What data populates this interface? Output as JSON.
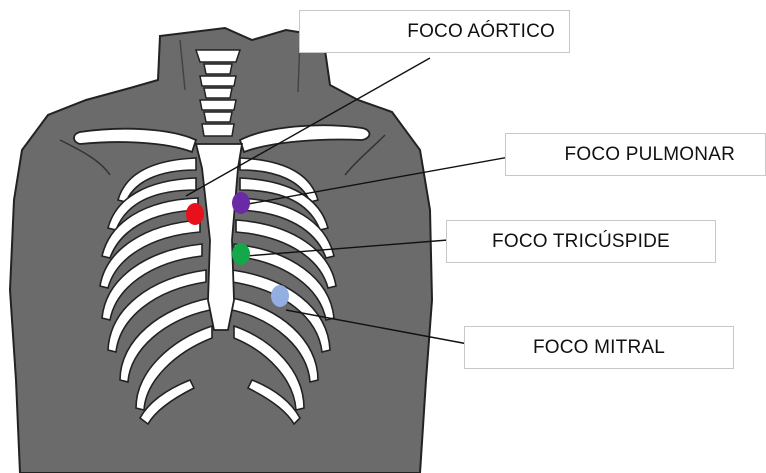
{
  "labels": {
    "aortico": "FOCO AÓRTICO",
    "pulmonar": "FOCO PULMONAR",
    "tricuspide": "FOCO TRICÚSPIDE",
    "mitral": "FOCO MITRAL"
  },
  "colors": {
    "body": "#6b6b6b",
    "outline": "#222222",
    "bone": "#ffffff",
    "aortico": "#e8101a",
    "pulmonar": "#6a2aa6",
    "tricuspide": "#14a84a",
    "mitral": "#93aee0"
  },
  "icons": [
    "torso-silhouette",
    "rib-cage",
    "sternum",
    "clavicle",
    "spine"
  ]
}
